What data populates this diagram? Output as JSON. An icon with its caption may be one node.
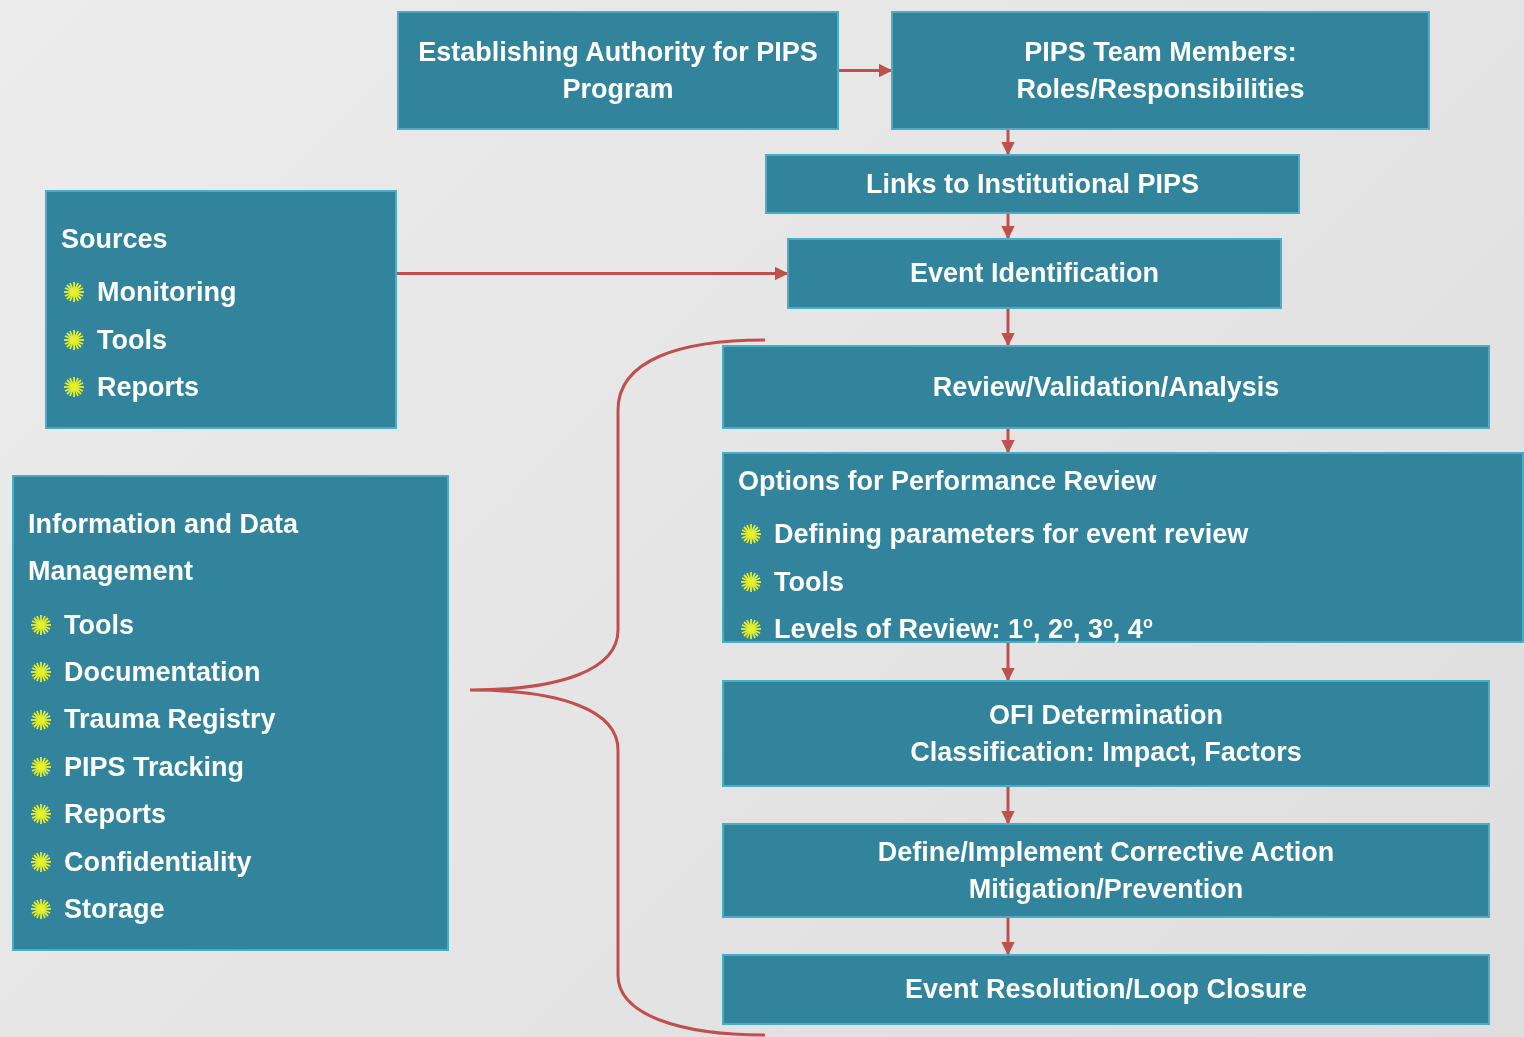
{
  "diagram": {
    "nodes": [
      {
        "text": [
          "Establishing Authority for PIPS Program"
        ]
      },
      {
        "text": [
          "PIPS Team Members: Roles/Responsibilities"
        ]
      },
      {
        "text": [
          "Links to Institutional PIPS"
        ]
      },
      {
        "text": [
          "Sources",
          "Monitoring",
          "Tools",
          "Reports"
        ]
      },
      {
        "text": [
          "Event Identification"
        ]
      },
      {
        "text": [
          "Review/Validation/Analysis"
        ]
      },
      {
        "text": [
          "Options for Performance Review",
          "Defining parameters for event review",
          "Tools",
          "Levels of Review: 1$^{o}$, 2$^{o}$, 3$^{o}$, 4$^{o}$"
        ]
      },
      {
        "text": [
          "OFI Determination",
          "Classification: Impact, Factors"
        ]
      },
      {
        "text": [
          "Define/Implement Corrective Action Mitigation/Prevention"
        ]
      },
      {
        "text": [
          "Event Resolution/Loop Closure"
        ]
      },
      {
        "text": [
          "Information and Data Management",
          "Tools",
          "Documentation",
          "Trauma Registry",
          "PIPS Tracking",
          "Reports",
          "Confidentiality",
          "Storage"
        ]
      }
    ],
    "edges": [
      {
        "from": 0,
        "to": 1,
        "arrow": "to"
      },
      {
        "from": 1,
        "to": 2,
        "arrow": "to"
      },
      {
        "from": 2,
        "to": 4,
        "arrow": "to"
      },
      {
        "from": 3,
        "to": 4,
        "arrow": "to"
      },
      {
        "from": 4,
        "to": 5,
        "arrow": "to"
      },
      {
        "from": 5,
        "to": 6,
        "arrow": "to"
      },
      {
        "from": 6,
        "to": 7,
        "arrow": "to"
      },
      {
        "from": 7,
        "to": 8,
        "arrow": "to"
      },
      {
        "from": 8,
        "to": 9,
        "arrow": "to"
      }
    ]
  }
}
